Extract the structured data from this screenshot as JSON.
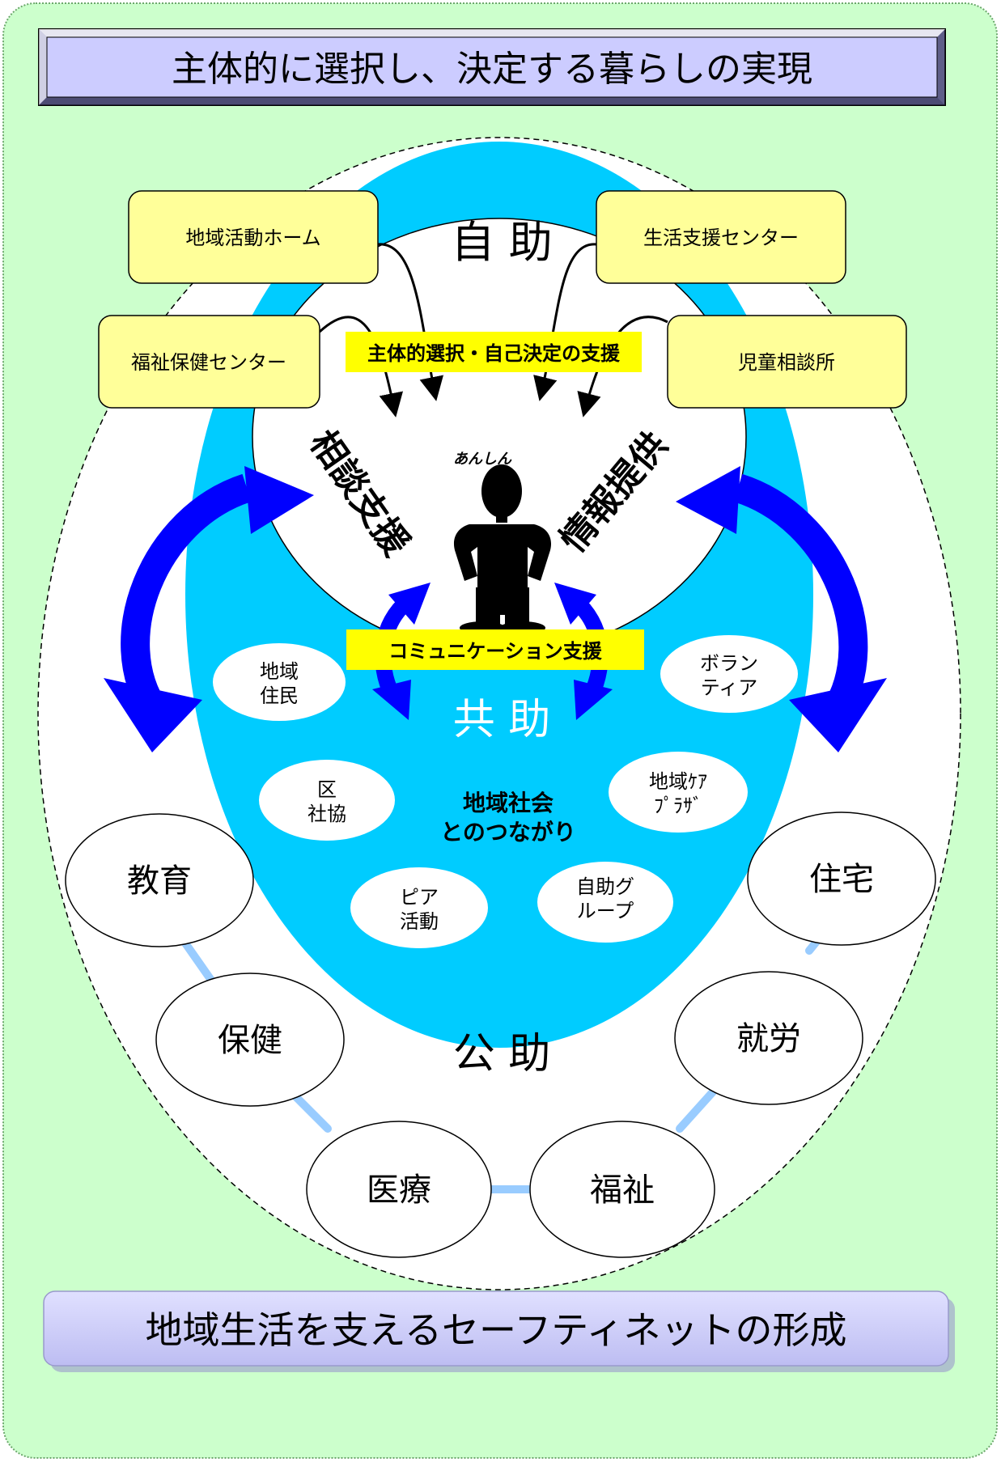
{
  "title": "主体的に選択し、決定する暮らしの実現",
  "footer": "地域生活を支えるセーフティネットの形成",
  "center": {
    "person_caption": "あんしん",
    "self_help": "自 助",
    "mutual_help": "共 助",
    "public_help": "公 助",
    "community": [
      "地域社会",
      "とのつながり"
    ],
    "consultation": "相談支援",
    "information": "情報提供",
    "choice_label": "主体的選択・自己決定の支援",
    "communication_label": "コミュニケーション支援"
  },
  "institutions": [
    {
      "id": "activity-home",
      "label": "地域活動ホーム"
    },
    {
      "id": "life-support-center",
      "label": "生活支援センター"
    },
    {
      "id": "welfare-health-center",
      "label": "福祉保健センター"
    },
    {
      "id": "child-consultation",
      "label": "児童相談所"
    }
  ],
  "community_resources": [
    {
      "id": "residents",
      "lines": [
        "地域",
        "住民"
      ]
    },
    {
      "id": "volunteer",
      "lines": [
        "ボラン",
        "ティア"
      ]
    },
    {
      "id": "ward-council",
      "lines": [
        "区",
        "社協"
      ]
    },
    {
      "id": "care-plaza",
      "lines": [
        "地域ｹｱ",
        "ﾌﾟﾗｻﾞ"
      ]
    },
    {
      "id": "peer-activity",
      "lines": [
        "ピア",
        "活動"
      ]
    },
    {
      "id": "self-help-group",
      "lines": [
        "自助グ",
        "ループ"
      ]
    }
  ],
  "public_services": [
    {
      "id": "education",
      "label": "教育"
    },
    {
      "id": "health",
      "label": "保健"
    },
    {
      "id": "medical",
      "label": "医療"
    },
    {
      "id": "welfare",
      "label": "福祉"
    },
    {
      "id": "employment",
      "label": "就労"
    },
    {
      "id": "housing",
      "label": "住宅"
    }
  ],
  "colors": {
    "background": "#ccffcc",
    "title_fill": "#ccccff",
    "cyan": "#00ccff",
    "institution_fill": "#ffff99",
    "label_yellow": "#ffff00",
    "arrow_blue": "#0000ff",
    "ring_connector": "#99ccff"
  }
}
